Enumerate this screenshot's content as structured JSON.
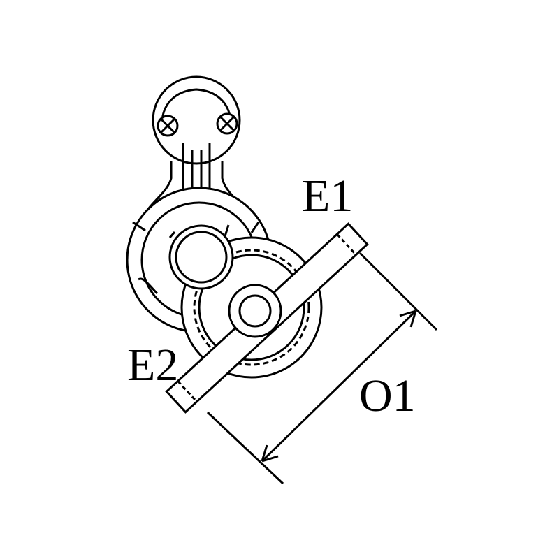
{
  "labels": {
    "e1": "E1",
    "e2": "E2",
    "o1": "O1"
  },
  "colors": {
    "line": "#000000",
    "background": "#ffffff"
  }
}
